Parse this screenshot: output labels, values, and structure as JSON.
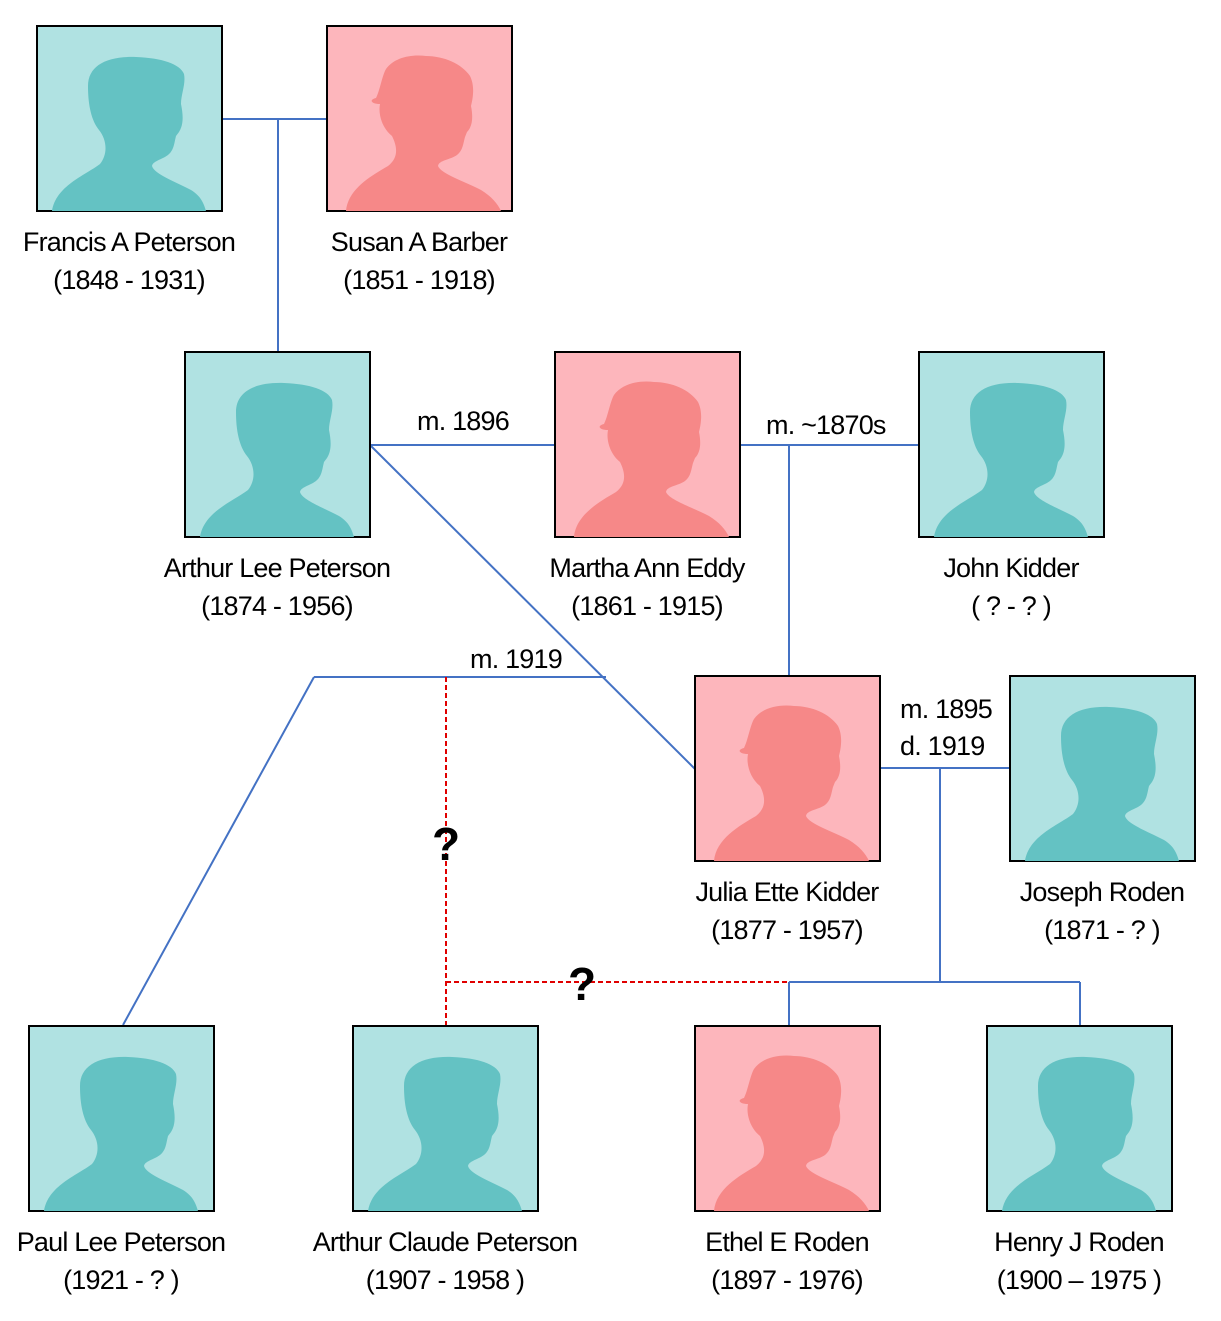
{
  "colors": {
    "male_bg": "#b0e2e2",
    "male_silhouette": "#64c2c3",
    "female_bg": "#fdb6bc",
    "female_silhouette": "#f68888",
    "line": "#4472c4",
    "uncertain_line": "#e00000"
  },
  "people": [
    {
      "id": "francis",
      "name": "Francis A Peterson",
      "dates": "(1848 - 1931)",
      "gender": "male"
    },
    {
      "id": "susan",
      "name": "Susan A Barber",
      "dates": "(1851 - 1918)",
      "gender": "female"
    },
    {
      "id": "arthur-lee",
      "name": "Arthur Lee Peterson",
      "dates": "(1874 - 1956)",
      "gender": "male"
    },
    {
      "id": "martha",
      "name": "Martha Ann Eddy",
      "dates": "(1861 - 1915)",
      "gender": "female"
    },
    {
      "id": "john",
      "name": "John Kidder",
      "dates": "( ? - ? )",
      "gender": "male"
    },
    {
      "id": "julia",
      "name": "Julia Ette Kidder",
      "dates": "(1877 - 1957)",
      "gender": "female"
    },
    {
      "id": "joseph",
      "name": "Joseph Roden",
      "dates": "(1871 - ? )",
      "gender": "male"
    },
    {
      "id": "paul",
      "name": "Paul Lee Peterson",
      "dates": "(1921 - ? )",
      "gender": "male"
    },
    {
      "id": "arthur-claude",
      "name": "Arthur Claude Peterson",
      "dates": "(1907 - 1958 )",
      "gender": "male"
    },
    {
      "id": "ethel",
      "name": "Ethel E Roden",
      "dates": "(1897 - 1976)",
      "gender": "female"
    },
    {
      "id": "henry",
      "name": "Henry J Roden",
      "dates": "(1900 – 1975 )",
      "gender": "male"
    }
  ],
  "marriages": {
    "arthur_martha": "m. 1896",
    "martha_john": "m. ~1870s",
    "arthur_julia": "m. 1919",
    "julia_joseph_married": "m. 1895",
    "julia_joseph_died": "d. 1919"
  },
  "uncertain_marks": [
    "?",
    "?"
  ]
}
